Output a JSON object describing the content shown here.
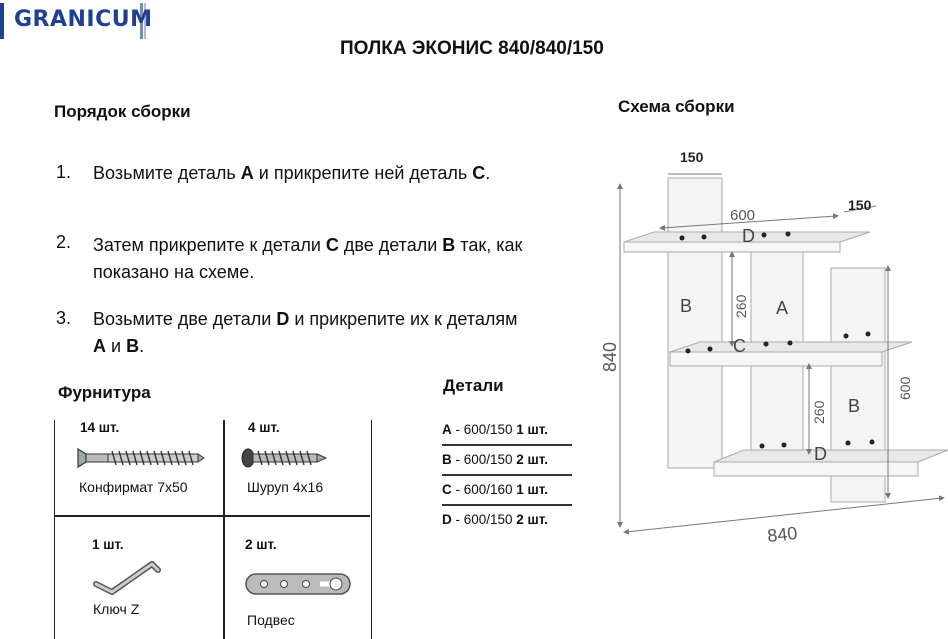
{
  "brand": {
    "logo_text": "GRANICUM",
    "accent": "#1f3f93"
  },
  "title": "ПОЛКА ЭКОНИС 840/840/150",
  "assembly": {
    "heading": "Порядок сборки",
    "steps": [
      {
        "num": "1.",
        "parts": [
          "Возьмите деталь ",
          "A",
          " и прикрепите ней деталь ",
          "C",
          "."
        ]
      },
      {
        "num": "2.",
        "parts": [
          "Затем прикрепите к детали ",
          "C",
          " две детали ",
          "B",
          " так, как показано на схеме."
        ]
      },
      {
        "num": "3.",
        "parts": [
          "Возьмите две детали ",
          "D",
          " и прикрепите их к деталям ",
          "A",
          " и ",
          "B",
          "."
        ]
      }
    ]
  },
  "hardware": {
    "heading": "Фурнитура",
    "items": [
      {
        "qty": "14 шт.",
        "label": "Конфирмат 7х50",
        "icon": "confirmat-screw-icon"
      },
      {
        "qty": "4 шт.",
        "label": "Шуруп 4х16",
        "icon": "wood-screw-icon"
      },
      {
        "qty": "1 шт.",
        "label": "Ключ Z",
        "icon": "hex-key-icon"
      },
      {
        "qty": "2 шт.",
        "label": "Подвес",
        "icon": "hanger-plate-icon"
      }
    ]
  },
  "parts": {
    "heading": "Детали",
    "rows": [
      {
        "code": "A",
        "size": " - 600/150 ",
        "qty": "1 шт."
      },
      {
        "code": "B",
        "size": " - 600/150 ",
        "qty": "2 шт."
      },
      {
        "code": "C",
        "size": " - 600/160 ",
        "qty": "1 шт."
      },
      {
        "code": "D",
        "size": " - 600/150 ",
        "qty": "2 шт."
      }
    ]
  },
  "diagram": {
    "heading": "Схема сборки",
    "dims": {
      "top_width": "150",
      "right_depth": "150",
      "shelf_len": "600",
      "height": "840",
      "width": "840",
      "gap1": "260",
      "gap2": "260",
      "side_height": "600"
    },
    "labels": {
      "a": "A",
      "b1": "B",
      "b2": "B",
      "c": "C",
      "d1": "D",
      "d2": "D"
    }
  }
}
